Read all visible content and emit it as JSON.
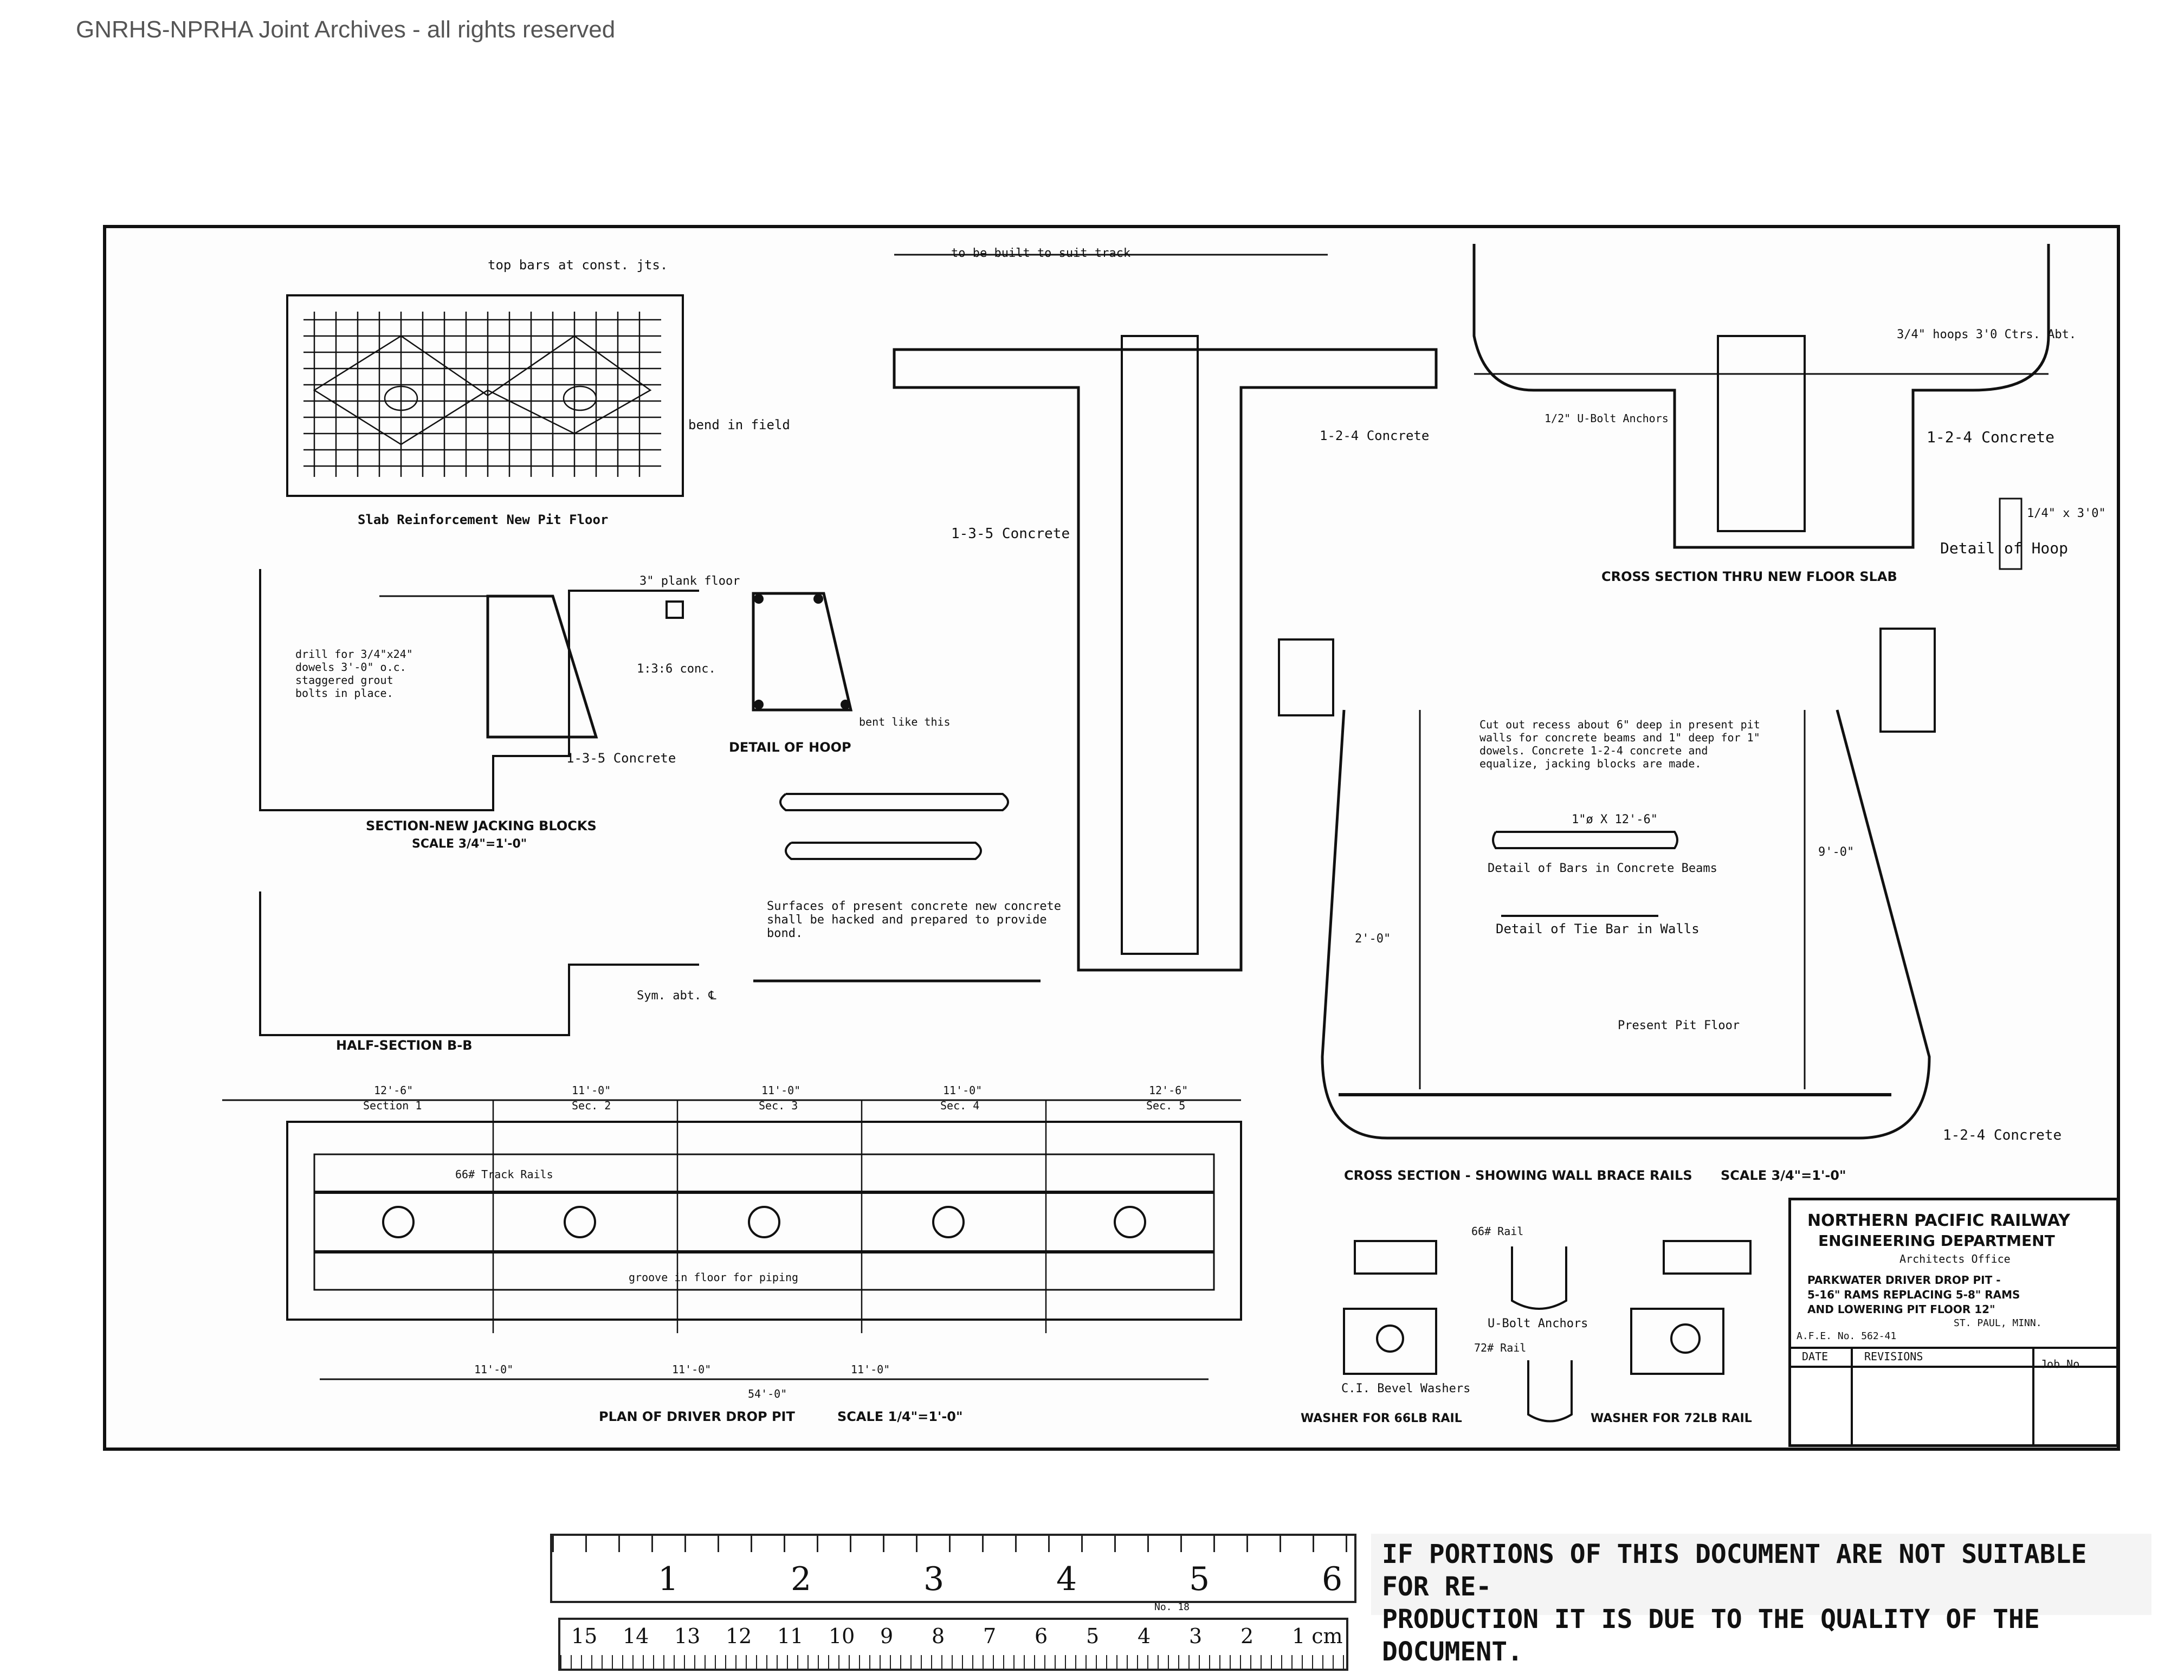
{
  "header": {
    "watermark": "GNRHS-NPRHA Joint Archives - all rights reserved"
  },
  "drawing": {
    "slab": {
      "title": "Slab Reinforcement  New Pit Floor",
      "note_top": "top bars at const. jts.",
      "note_side": "bend in field"
    },
    "jacking": {
      "title": "SECTION-NEW JACKING BLOCKS",
      "scale": "SCALE 3/4\"=1'-0\"",
      "note_floor": "3\" plank floor",
      "note_drill": "drill for 3/4\"x24\" dowels 3'-0\" o.c. staggered grout bolts in place.",
      "note_conc": "1:3:6 conc.",
      "note_conc2": "1-3-5 Concrete"
    },
    "hoop": {
      "title": "DETAIL OF HOOP",
      "note": "bent like this"
    },
    "half_section": {
      "title": "HALF-SECTION B-B",
      "note_sym": "Sym. abt. ℄",
      "note_surfaces": "Surfaces of present concrete new concrete shall be hacked and prepared to provide bond."
    },
    "pit_section": {
      "label_concrete_a": "1-2-4 Concrete",
      "label_concrete_b": "1-3-5 Concrete",
      "note_top": "to be built to suit track"
    },
    "cross_slab": {
      "title": "CROSS SECTION  THRU NEW FLOOR SLAB",
      "label_concrete": "1-2-4 Concrete",
      "label_anchor": "1/2\" U-Bolt Anchors",
      "label_hoops": "3/4\" hoops 3'0 Ctrs. Abt."
    },
    "hoop_detail_right": {
      "title": "Detail of Hoop",
      "dim": "1/4\" x 3'0\""
    },
    "cross_wall": {
      "title": "CROSS SECTION - SHOWING WALL BRACE RAILS",
      "scale": "SCALE 3/4\"=1'-0\"",
      "label_concrete": "1-2-4 Concrete",
      "label_floor": "Present Pit Floor",
      "note_recess": "Cut out recess about 6\" deep in present pit walls for concrete beams and 1\" deep for 1\" dowels. Concrete 1-2-4 concrete and equalize, jacking blocks are made.",
      "bars_title": "Detail of Bars in Concrete Beams",
      "bars_dim": "1\"ø X 12'-6\"",
      "tie_title": "Detail of Tie Bar in Walls",
      "dim_height": "9'-0\"",
      "dim_width": "2'-0\""
    },
    "plan": {
      "title": "PLAN OF DRIVER DROP PIT",
      "scale": "SCALE 1/4\"=1'-0\"",
      "sections": [
        "Section 1",
        "Sec. 2",
        "Sec. 3",
        "Sec. 4",
        "Sec. 5"
      ],
      "section_dims": [
        "12'-6\"",
        "11'-0\"",
        "11'-0\"",
        "11'-0\"",
        "12'-6\""
      ],
      "bottom_dims": [
        "11'-0\"",
        "11'-0\"",
        "11'-0\""
      ],
      "total": "54'-0\"",
      "label_track": "66# Track Rails",
      "label_groove": "groove in floor for piping"
    },
    "washers": {
      "w66_title": "WASHER FOR 66LB RAIL",
      "w72_title": "WASHER FOR 72LB RAIL",
      "anchors": "U-Bolt Anchors",
      "bevel": "C.I. Bevel Washers",
      "rail66": "66# Rail",
      "rail72": "72# Rail"
    }
  },
  "title_block": {
    "company": "NORTHERN PACIFIC RAILWAY",
    "department": "ENGINEERING DEPARTMENT",
    "office": "Architects Office",
    "description_1": "PARKWATER  DRIVER DROP PIT -",
    "description_2": "5-16\" RAMS REPLACING 5-8\" RAMS",
    "description_3": "AND LOWERING PIT FLOOR 12\"",
    "place": "ST. PAUL, MINN.",
    "afe": "A.F.E. No. 562-41",
    "date_col": "DATE",
    "revisions_col": "REVISIONS",
    "job_no": "Job No."
  },
  "ruler": {
    "inch_marks": [
      "1",
      "2",
      "3",
      "4",
      "5",
      "6"
    ],
    "cm_marks": [
      "15",
      "14",
      "13",
      "12",
      "11",
      "10",
      "9",
      "8",
      "7",
      "6",
      "5",
      "4",
      "3",
      "2",
      "1 cm"
    ],
    "model": "No. 18"
  },
  "notice": {
    "line1": "IF PORTIONS OF THIS DOCUMENT ARE NOT SUITABLE FOR RE-",
    "line2": "PRODUCTION IT IS DUE TO THE QUALITY OF THE DOCUMENT."
  }
}
